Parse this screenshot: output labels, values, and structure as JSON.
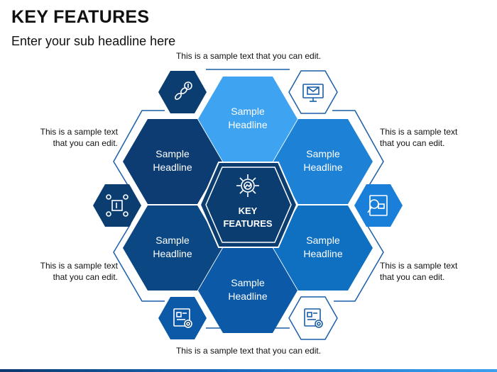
{
  "header": {
    "title": "KEY FEATURES",
    "subtitle": "Enter your sub headline here"
  },
  "center": {
    "line1": "KEY",
    "line2": "FEATURES",
    "icon": "gear-chart-icon"
  },
  "hexagons": [
    {
      "line1": "Sample",
      "line2": "Headline",
      "color": "#3ea3f0"
    },
    {
      "line1": "Sample",
      "line2": "Headline",
      "color": "#1d82d6"
    },
    {
      "line1": "Sample",
      "line2": "Headline",
      "color": "#0f6fc1"
    },
    {
      "line1": "Sample",
      "line2": "Headline",
      "color": "#0c5aa7"
    },
    {
      "line1": "Sample",
      "line2": "Headline",
      "color": "#0b4883"
    },
    {
      "line1": "Sample",
      "line2": "Headline",
      "color": "#0c3c72"
    }
  ],
  "captions": {
    "top": "This is a sample text that you can edit.",
    "bottom": "This is a sample text that you can edit.",
    "upper_left": [
      "This is a sample text",
      "that you can edit."
    ],
    "lower_left": [
      "This is a sample text",
      "that you can edit."
    ],
    "upper_right": [
      "This is a sample text",
      "that you can edit."
    ],
    "lower_right": [
      "This is a sample text",
      "that you can edit."
    ]
  },
  "icons": {
    "top_left": "link-dollar-icon",
    "top_right": "monitor-mail-icon",
    "right": "document-search-icon",
    "bottom_right": "document-gear-icon",
    "bottom_left": "document-gear-icon",
    "left": "dollar-network-icon"
  },
  "colors": {
    "icon_hex": "#0b3d70",
    "center_hex": "#0b3d70",
    "outline": "#0b3d70",
    "outer_line": "#1a5fa8"
  }
}
